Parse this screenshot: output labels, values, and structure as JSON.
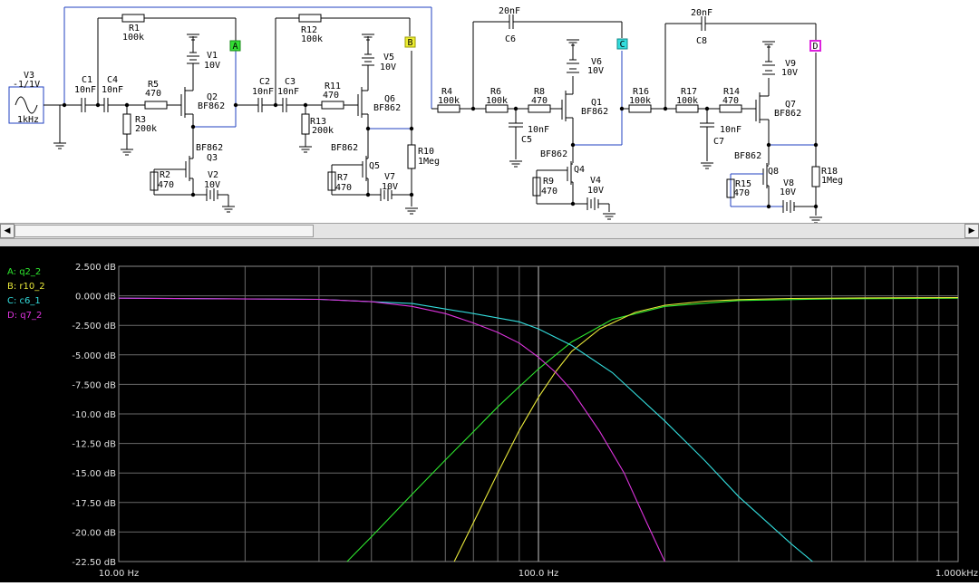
{
  "schematic": {
    "components": {
      "V3": {
        "name": "V3",
        "value": "-1/1V",
        "freq": "1kHz"
      },
      "C1": {
        "name": "C1",
        "value": "10nF"
      },
      "C4": {
        "name": "C4",
        "value": "10nF"
      },
      "R1": {
        "name": "R1",
        "value": "100k"
      },
      "R5": {
        "name": "R5",
        "value": "470"
      },
      "R3": {
        "name": "R3",
        "value": "200k"
      },
      "V1": {
        "name": "V1",
        "value": "10V"
      },
      "Q2": {
        "name": "Q2",
        "model": "BF862"
      },
      "Q3": {
        "name": "Q3",
        "model": "BF862"
      },
      "R2": {
        "name": "R2",
        "value": "470"
      },
      "V2": {
        "name": "V2",
        "value": "10V"
      },
      "C2": {
        "name": "C2",
        "value": "10nF"
      },
      "C3": {
        "name": "C3",
        "value": "10nF"
      },
      "R12": {
        "name": "R12",
        "value": "100k"
      },
      "R11": {
        "name": "R11",
        "value": "470"
      },
      "R13": {
        "name": "R13",
        "value": "200k"
      },
      "V5": {
        "name": "V5",
        "value": "10V"
      },
      "Q6": {
        "name": "Q6",
        "model": "BF862"
      },
      "Q5": {
        "name": "Q5",
        "model": "BF862"
      },
      "R7": {
        "name": "R7",
        "value": "470"
      },
      "V7": {
        "name": "V7",
        "value": "10V"
      },
      "R10": {
        "name": "R10",
        "value": "1Meg"
      },
      "R4": {
        "name": "R4",
        "value": "100k"
      },
      "R6": {
        "name": "R6",
        "value": "100k"
      },
      "R8": {
        "name": "R8",
        "value": "470"
      },
      "C6": {
        "name": "C6",
        "value": "20nF"
      },
      "C5": {
        "name": "C5",
        "value": "10nF"
      },
      "V6": {
        "name": "V6",
        "value": "10V"
      },
      "Q1": {
        "name": "Q1",
        "model": "BF862"
      },
      "Q4": {
        "name": "Q4",
        "model": "BF862"
      },
      "R9": {
        "name": "R9",
        "value": "470"
      },
      "V4": {
        "name": "V4",
        "value": "10V"
      },
      "R16": {
        "name": "R16",
        "value": "100k"
      },
      "R17": {
        "name": "R17",
        "value": "100k"
      },
      "R14": {
        "name": "R14",
        "value": "470"
      },
      "C8": {
        "name": "C8",
        "value": "20nF"
      },
      "C7": {
        "name": "C7",
        "value": "10nF"
      },
      "V9": {
        "name": "V9",
        "value": "10V"
      },
      "Q7": {
        "name": "Q7",
        "model": "BF862"
      },
      "Q8": {
        "name": "Q8",
        "model": "BF862"
      },
      "R15": {
        "name": "R15",
        "value": "470"
      },
      "V8": {
        "name": "V8",
        "value": "10V"
      },
      "R18": {
        "name": "R18",
        "value": "1Meg"
      }
    },
    "probes": [
      {
        "letter": "A",
        "color": "#33dd33"
      },
      {
        "letter": "B",
        "color": "#eeee33"
      },
      {
        "letter": "C",
        "color": "#33dddd"
      },
      {
        "letter": "D",
        "color": "#dd22dd"
      }
    ]
  },
  "chart_data": {
    "type": "line",
    "x_scale": "log",
    "xlim": [
      10,
      1000
    ],
    "ylim": [
      -22.5,
      2.5
    ],
    "x_ticks": [
      "10.00 Hz",
      "100.0 Hz",
      "1.000kHz"
    ],
    "y_ticks": [
      "2.500 dB",
      "0.000 dB",
      "-2.500 dB",
      "-5.000 dB",
      "-7.500 dB",
      "-10.00 dB",
      "-12.50 dB",
      "-15.00 dB",
      "-17.50 dB",
      "-20.00 dB",
      "-22.50 dB"
    ],
    "grid": true,
    "legend_position": "top-left",
    "series": [
      {
        "name": "A: q2_2",
        "color": "#2ee82e",
        "x": [
          35,
          40,
          50,
          60,
          70,
          80,
          90,
          100,
          120,
          150,
          200,
          300,
          500,
          1000
        ],
        "y": [
          -22.5,
          -20.4,
          -16.8,
          -13.9,
          -11.5,
          -9.4,
          -7.7,
          -6.2,
          -3.9,
          -2.0,
          -0.9,
          -0.4,
          -0.25,
          -0.2
        ]
      },
      {
        "name": "B: r10_2",
        "color": "#e8e83a",
        "x": [
          63,
          70,
          80,
          90,
          100,
          110,
          120,
          140,
          170,
          200,
          250,
          300,
          400,
          600,
          1000
        ],
        "y": [
          -22.5,
          -19.2,
          -15.0,
          -11.4,
          -8.6,
          -6.4,
          -4.7,
          -2.8,
          -1.4,
          -0.8,
          -0.45,
          -0.32,
          -0.22,
          -0.18,
          -0.15
        ]
      },
      {
        "name": "C: c6_1",
        "color": "#33dddd",
        "x": [
          10,
          30,
          50,
          70,
          90,
          100,
          120,
          150,
          200,
          250,
          300,
          400,
          450
        ],
        "y": [
          -0.2,
          -0.3,
          -0.65,
          -1.5,
          -2.2,
          -2.8,
          -4.2,
          -6.5,
          -10.6,
          -14.0,
          -17.0,
          -21.0,
          -22.5
        ]
      },
      {
        "name": "D: q7_2",
        "color": "#dd33dd",
        "x": [
          10,
          30,
          40,
          50,
          60,
          70,
          80,
          90,
          100,
          110,
          120,
          140,
          160,
          180,
          200
        ],
        "y": [
          -0.2,
          -0.3,
          -0.5,
          -0.9,
          -1.5,
          -2.3,
          -3.1,
          -4.0,
          -5.2,
          -6.5,
          -8.0,
          -11.5,
          -15.0,
          -19.0,
          -22.5
        ]
      }
    ]
  }
}
